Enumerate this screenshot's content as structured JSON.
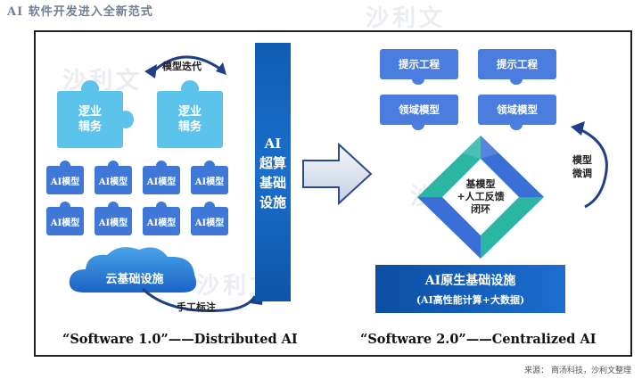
{
  "title": "AI 软件开发进入全新范式",
  "left": {
    "iteration_label": "模型迭代",
    "logic_pieces": [
      "逻业\n辑务",
      "逻业\n辑务"
    ],
    "ai_model_label": "AI模型",
    "cloud_label": "云基础设施",
    "manual_label": "手工标注",
    "caption": "“Software 1.0”——Distributed AI"
  },
  "center": {
    "bar_text": "AI\n超算\n基础\n设施"
  },
  "right": {
    "prompt_label": "提示工程",
    "domain_label": "领域模型",
    "finetune_label": "模型\n微调",
    "loop_text": "基模型\n+人工反馈\n闭环",
    "infra_title": "AI原生基础设施",
    "infra_sub": "(AI高性能计算+大数据)",
    "caption": "“Software 2.0”——Centralized AI"
  },
  "source": "来源：  商汤科技，沙利文整理",
  "watermark": "沙利文",
  "colors": {
    "light_piece": "#5cc3ea",
    "dark_piece": "#3f78d6",
    "bar": "#1a6fcb",
    "loop_green": "#2bb5a5",
    "loop_blue": "#3b6fd8"
  }
}
